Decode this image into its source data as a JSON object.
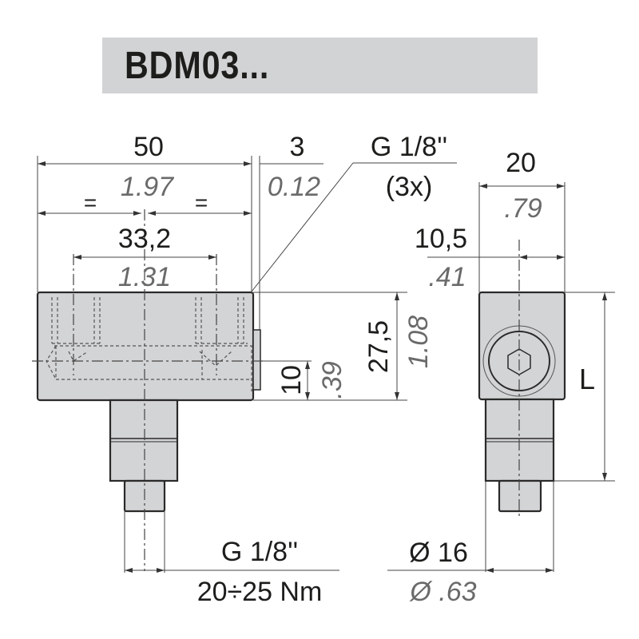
{
  "title": "BDM03...",
  "front_view": {
    "overall_width_mm": "50",
    "overall_width_in": "1.97",
    "equal_mark_left": "=",
    "equal_mark_right": "=",
    "port_spacing_mm": "33,2",
    "port_spacing_in": "1.31",
    "offset_mm": "3",
    "offset_in": "0.12",
    "port_label": "G 1/8''",
    "port_count": "(3x)",
    "height_mm": "27,5",
    "height_in": "1.08",
    "side_port_height_mm": "10",
    "side_port_height_in": ".39",
    "bottom_thread": "G 1/8''",
    "torque": "20÷25 Nm"
  },
  "side_view": {
    "width_mm": "20",
    "width_in": ".79",
    "center_offset_mm": "10,5",
    "center_offset_in": ".41",
    "length_label": "L",
    "diameter_mm": "Ø 16",
    "diameter_in": "Ø .63"
  },
  "colors": {
    "part_fill": "#d3d4d6",
    "title_bg": "#d2d3d5",
    "text": "#1d1d1b",
    "imperial_text": "#6a6a6a"
  }
}
